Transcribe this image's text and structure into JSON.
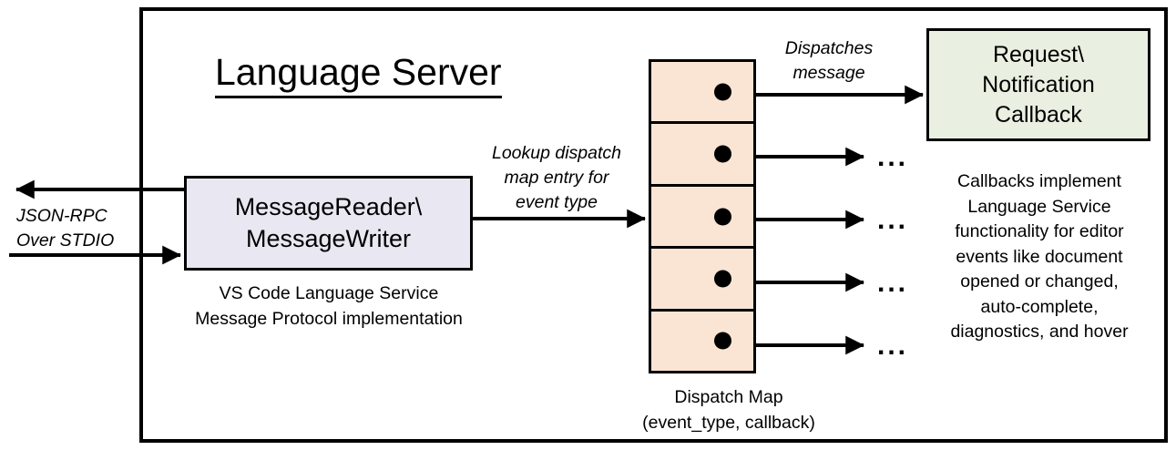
{
  "diagram": {
    "title": "Language Server",
    "frame_name": "Language Server boundary"
  },
  "nodes": {
    "message_io": {
      "label": "MessageReader\\\nMessageWriter",
      "caption": "VS Code Language Service\nMessage Protocol implementation",
      "fill": "#E9E7F1"
    },
    "dispatch_map": {
      "caption": "Dispatch Map\n(event_type, callback)",
      "fill": "#FAE5D5",
      "cell_count": 5,
      "cells": [
        {
          "name": "dispatch-entry-1"
        },
        {
          "name": "dispatch-entry-2"
        },
        {
          "name": "dispatch-entry-3"
        },
        {
          "name": "dispatch-entry-4"
        },
        {
          "name": "dispatch-entry-5"
        }
      ]
    },
    "callback": {
      "label": "Request\\\nNotification\nCallback",
      "caption": "Callbacks implement\nLanguage Service\nfunctionality for editor\nevents like document\nopened or changed,\nauto-complete,\ndiagnostics, and hover",
      "fill": "#E9EFE1"
    }
  },
  "edges": {
    "stdio": "JSON-RPC\nOver STDIO",
    "lookup": "Lookup dispatch\nmap entry for\nevent type",
    "dispatches": "Dispatches\nmessage",
    "more_1": "...",
    "more_2": "...",
    "more_3": "...",
    "more_4": "..."
  },
  "colors": {
    "stroke": "#000000",
    "background": "#FFFFFF",
    "message_io_fill": "#E9E7F1",
    "dispatch_map_fill": "#FAE5D5",
    "callback_fill": "#E9EFE1"
  }
}
